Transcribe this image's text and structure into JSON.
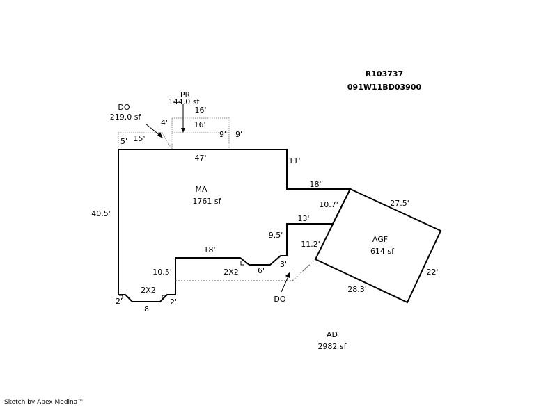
{
  "header": {
    "parcel_id": "R103737",
    "map_number": "091W11BD03900"
  },
  "areas": {
    "ma": {
      "code": "MA",
      "area": "1761 sf"
    },
    "agf": {
      "code": "AGF",
      "area": "614 sf"
    },
    "pr": {
      "code": "PR",
      "area": "144.0 sf"
    },
    "do_upper": {
      "code": "DO",
      "area": "219.0 sf"
    },
    "do_lower": {
      "code": "DO"
    },
    "ad": {
      "code": "AD",
      "area": "2982 sf"
    }
  },
  "dimensions": {
    "ma_top": "47'",
    "ma_left": "40.5'",
    "ma_step_right": "11'",
    "ma_step_top": "18'",
    "ma_notch_right": "13'",
    "ma_notch_side": "9.5'",
    "ma_inner_top": "18'",
    "ma_inner_side": "10.5'",
    "ma_bottom_left": "2'",
    "ma_bottom_width": "8'",
    "ma_bottom_right": "2'",
    "ma_bottom_notch": "2X2",
    "ma_inner_notch": "2X2",
    "ma_inner_short": "6'",
    "ma_inner_rise": "3'",
    "agf_top": "27.5'",
    "agf_right": "22'",
    "agf_bottom": "28.3'",
    "agf_left_upper": "10.7'",
    "agf_left_lower": "11.2'",
    "pr_top": "16'",
    "pr_inner": "16'",
    "pr_left": "4'",
    "pr_right_inner": "9'",
    "pr_right_outer": "9'",
    "do_top": "15'",
    "do_left": "5'"
  },
  "footer": {
    "credit": "Sketch by Apex Medina™"
  }
}
